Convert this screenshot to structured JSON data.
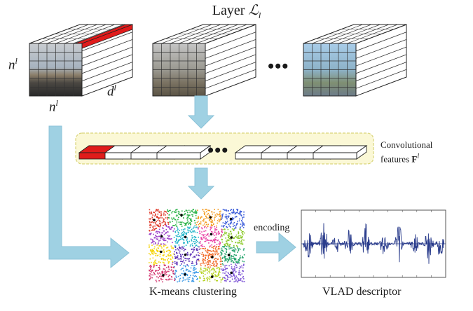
{
  "title": {
    "prefix": "Layer ",
    "symbol": "ℒ",
    "subscript": "l"
  },
  "dimensions": {
    "n": "n",
    "d": "d",
    "superscript": "l"
  },
  "ellipsis": "•••",
  "features": {
    "line1": "Convolutional",
    "line2_text": "features ",
    "line2_symbol": "F",
    "superscript": "l"
  },
  "clustering_caption": "K-means clustering",
  "encoding_label": "encoding",
  "descriptor_caption": "VLAD descriptor",
  "colors": {
    "arrow": "#9fd1e3",
    "highlight": "#e01b1b",
    "panel": "#fbf8d6",
    "panel_border": "#d9d47a",
    "signal": "#2a3c8c"
  }
}
